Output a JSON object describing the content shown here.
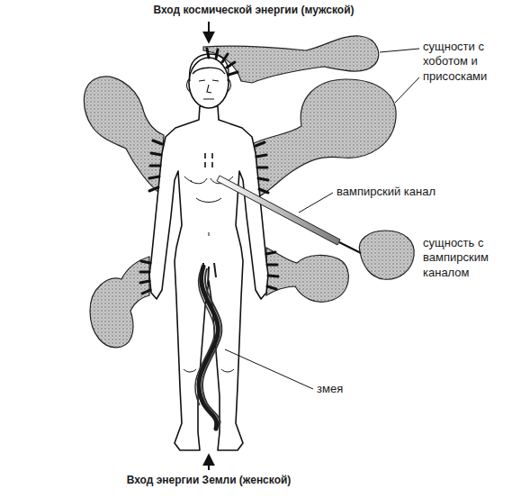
{
  "diagram": {
    "labels": [
      "Вход космической энергии (мужской)",
      "сущности с хоботом и присосками",
      "вампирский канал",
      "сущность с вампирским каналом",
      "змея",
      "Вход энергии Земли (женской)"
    ]
  }
}
